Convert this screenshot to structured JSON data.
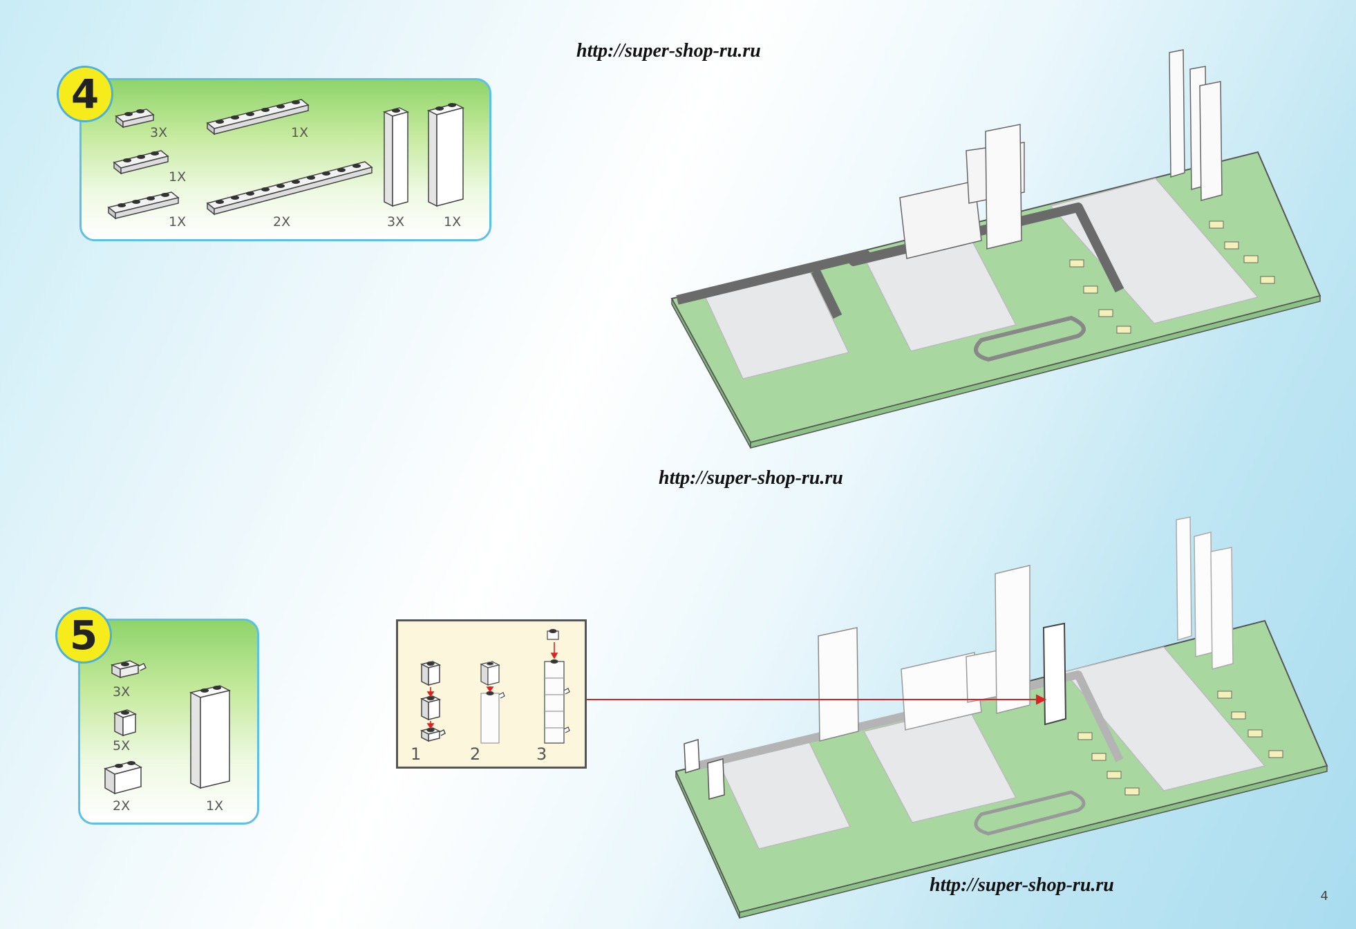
{
  "watermarks": [
    "http://super-shop-ru.ru",
    "http://super-shop-ru.ru",
    "http://super-shop-ru.ru"
  ],
  "steps": [
    {
      "number": "4",
      "parts": [
        {
          "name": "plate-1x2",
          "qty": "3X"
        },
        {
          "name": "plate-1x6",
          "qty": "1X"
        },
        {
          "name": "plate-1x3",
          "qty": "1X"
        },
        {
          "name": "plate-1x4",
          "qty": "1X"
        },
        {
          "name": "plate-1x10",
          "qty": "2X"
        },
        {
          "name": "column-1x1x5",
          "qty": "3X"
        },
        {
          "name": "column-1x2x5",
          "qty": "1X"
        }
      ]
    },
    {
      "number": "5",
      "parts": [
        {
          "name": "clip-brick-1x1",
          "qty": "3X"
        },
        {
          "name": "brick-1x1",
          "qty": "5X"
        },
        {
          "name": "brick-1x2",
          "qty": "2X"
        },
        {
          "name": "column-1x2x5",
          "qty": "1X"
        }
      ],
      "sub_assembly": [
        "1",
        "2",
        "3"
      ]
    }
  ],
  "page_number": "4",
  "colors": {
    "baseplate": "#9fd39a",
    "studs": "#3a3a3a",
    "accent_line": "#d22"
  }
}
